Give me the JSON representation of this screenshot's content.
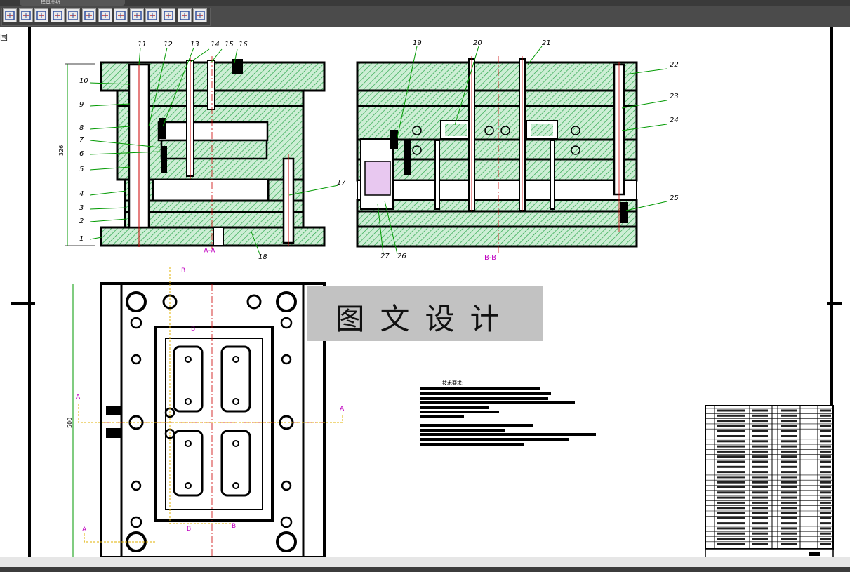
{
  "window": {
    "tab_title": "模具图纸",
    "side_label": "国"
  },
  "toolbar": {
    "buttons": [
      "part-icon",
      "list-icon",
      "bolt-icon",
      "frame-icon",
      "clip-icon",
      "hatch-icon",
      "table-icon",
      "plate-icon",
      "column-icon",
      "gear-icon",
      "target-icon",
      "funnel-icon",
      "mold-icon"
    ]
  },
  "drawing": {
    "section_aa": "A-A",
    "section_bb": "B-B",
    "dim_height": "326",
    "dim_length": "500",
    "section_marks": [
      "A",
      "B"
    ],
    "callouts": [
      "1",
      "2",
      "3",
      "4",
      "5",
      "6",
      "7",
      "8",
      "9",
      "10",
      "11",
      "12",
      "13",
      "14",
      "15",
      "16",
      "17",
      "18",
      "19",
      "20",
      "21",
      "22",
      "23",
      "24",
      "25",
      "26",
      "27"
    ],
    "tech_req_title": "技术要求:"
  },
  "watermark": "图文设计",
  "colors": {
    "hatch": "#2aa64a",
    "fill": "#cdeed5",
    "line": "#000000",
    "center": "#cc0000",
    "dim": "#009900",
    "mark": "#c000c0"
  }
}
